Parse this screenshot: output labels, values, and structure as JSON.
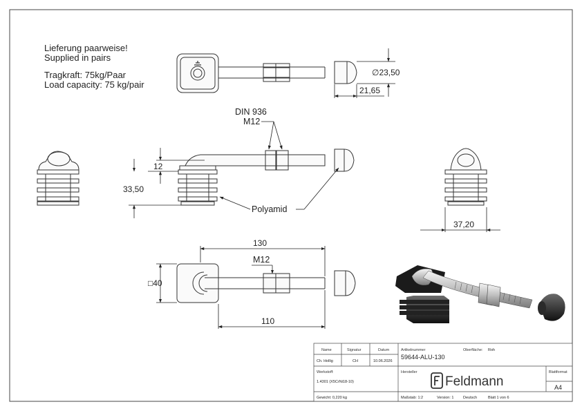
{
  "notes": {
    "delivery_de": "Lieferung paarweise!",
    "delivery_en": "Supplied in pairs",
    "capacity_de": "Tragkraft: 75kg/Paar",
    "capacity_en": "Load capacity: 75 kg/pair"
  },
  "dimensions": {
    "diameter": "∅23,50",
    "cap_length": "21,65",
    "height_12": "12",
    "height_3350": "33,50",
    "width_3720": "37,20",
    "length_130": "130",
    "length_110": "110",
    "square_40": "□40",
    "thread_top": "M12",
    "thread_bottom": "M12",
    "nut_standard": "DIN 936",
    "material_callout": "Polyamid"
  },
  "title_block": {
    "labels": {
      "name": "Name",
      "signature": "Signatur",
      "date": "Datum",
      "article_number": "Artikelnummer",
      "surface": "Oberfläche:",
      "material": "Werkstoff:",
      "manufacturer": "Hersteller",
      "sheet_format": "Blattformat",
      "weight": "Gewicht: 0,220 kg",
      "scale": "Maßstab: 1:2",
      "version": "Version: 1",
      "language": "Deutsch",
      "sheet": "Blatt 1 von 6"
    },
    "values": {
      "drawn_by": "Ch. Hollig",
      "signature": "CH",
      "date": "10.06.2026",
      "article_number": "59644-ALU-130",
      "surface": "Roh",
      "material": "1.4301 (X5CrNi18-10)",
      "format": "A4",
      "manufacturer": "Feldmann"
    }
  }
}
